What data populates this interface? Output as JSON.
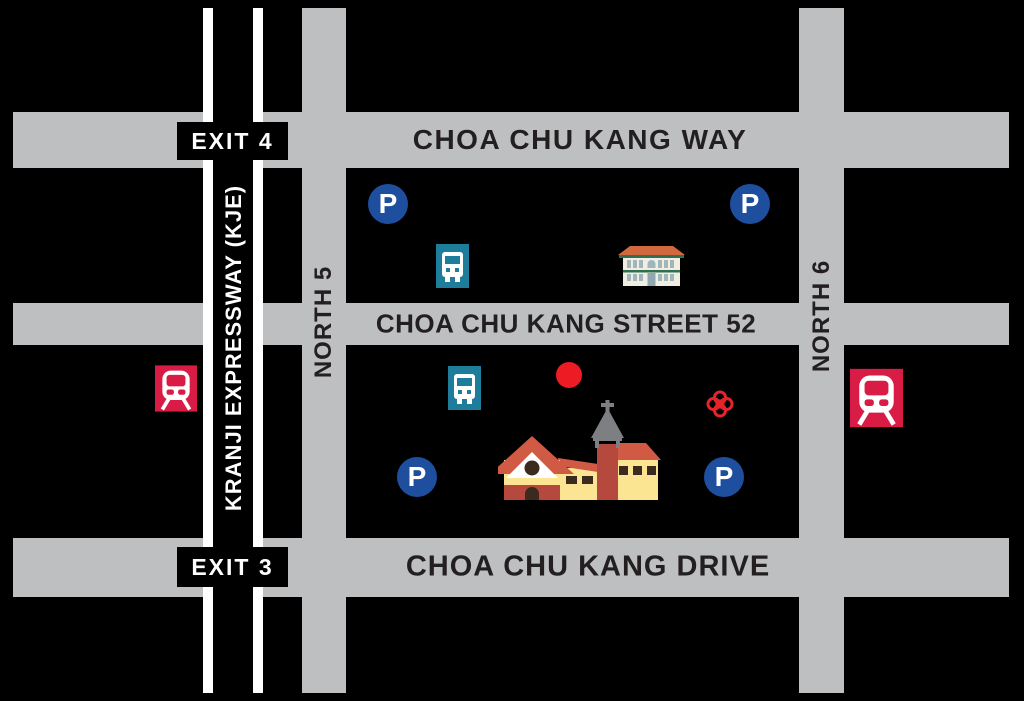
{
  "title": "Choa Chu Kang area location map",
  "colors": {
    "bg": "#000000",
    "road": "#BDBFC1",
    "casing": "#FFFFFF",
    "label": "#231F20",
    "parking": "#1E4F9F",
    "bus": "#1E7D9A",
    "mrt": "#D91C45",
    "marker": "#ED1C24",
    "quatrefoil": "#E4232B",
    "roof-orange": "#D2693E",
    "roof-red": "#D05A43",
    "wall-yellow": "#FBE592",
    "wall-cream": "#F1EEE1",
    "base-red": "#B5493D",
    "trim-green": "#2F7055",
    "window-blue": "#9FB6BD",
    "window-dark": "#3B2A1E",
    "bell-gray": "#7D7F82",
    "door-teal": "#8FA8B2"
  },
  "roads": {
    "way": "CHOA CHU KANG WAY",
    "street52": "CHOA CHU KANG STREET 52",
    "drive": "CHOA CHU KANG DRIVE",
    "north5": "NORTH 5",
    "north6": "NORTH 6",
    "kje": "KRANJI EXPRESSWAY (KJE)"
  },
  "exits": {
    "exit4": "EXIT 4",
    "exit3": "EXIT 3"
  },
  "icons": {
    "parking_letter": "P",
    "names": [
      "parking-icon",
      "bus-stop-icon",
      "mrt-station-icon",
      "location-dot-icon",
      "church-quatrefoil-icon",
      "school-building-illustration",
      "church-building-illustration"
    ]
  }
}
